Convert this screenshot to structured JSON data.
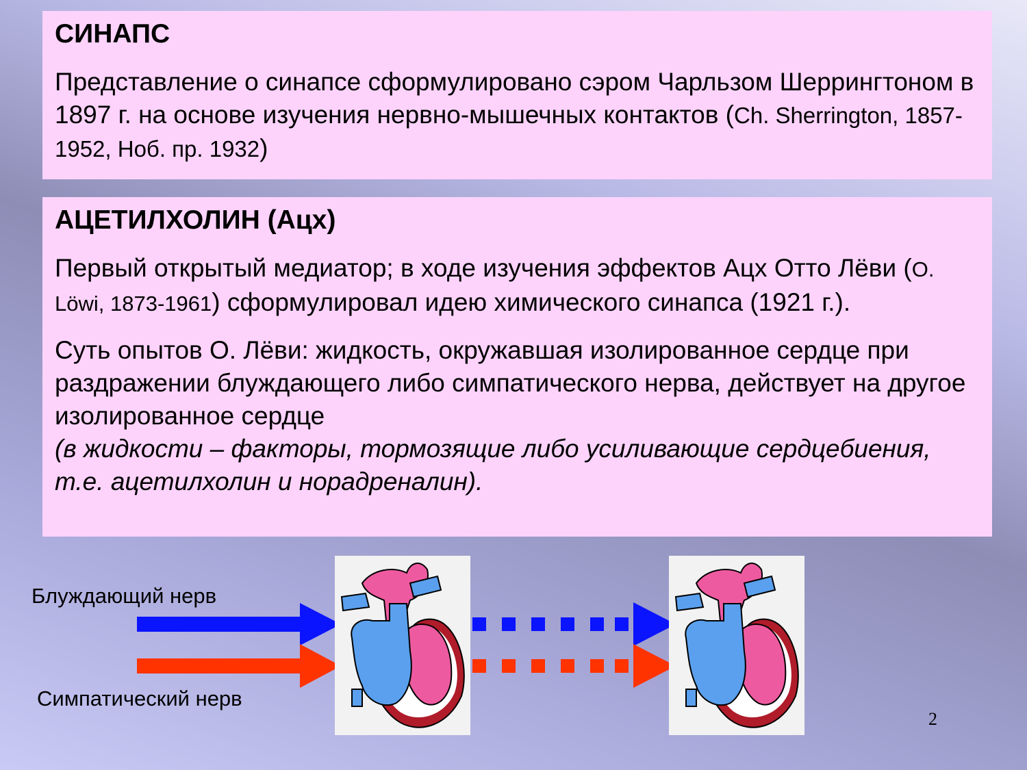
{
  "panel1": {
    "title": "СИНАПС",
    "text_main": "Представление о синапсе сформулировано сэром Чарльзом Шеррингтоном в 1897 г. на основе изучения нервно-мышечных контактов (",
    "text_ref": "Ch. Sherrington, 1857-1952, Ноб. пр. 1932",
    "text_close": ")"
  },
  "panel2": {
    "title": "АЦЕТИЛХОЛИН  (Ацх)",
    "p1_a": "Первый открытый медиатор; в ходе изучения эффектов Ацх Отто Лёви (",
    "p1_ref": "O. Löwi, 1873-1961",
    "p1_b": ") сформулировал идею химического синапса (1921 г.).",
    "p2_normal": "Суть опытов О. Лёви: жидкость, окружавшая изолированное сердце при раздражении блуждающего либо симпатического нерва, действует на другое изолированное сердце",
    "p2_italic": "(в жидкости – факторы, тормозящие либо усиливающие сердцебиения, т.е. ацетилхолин и норадреналин)."
  },
  "diagram": {
    "vagus_label": "Блуждающий нерв",
    "sympathetic_label": "Симпатический нерв",
    "colors": {
      "vagus": "#0a14ff",
      "sympathetic": "#ff3300",
      "heart_pink": "#ee5aa0",
      "heart_blue": "#5aa0ee",
      "heart_red": "#b01c2a"
    }
  },
  "page_number": "2"
}
